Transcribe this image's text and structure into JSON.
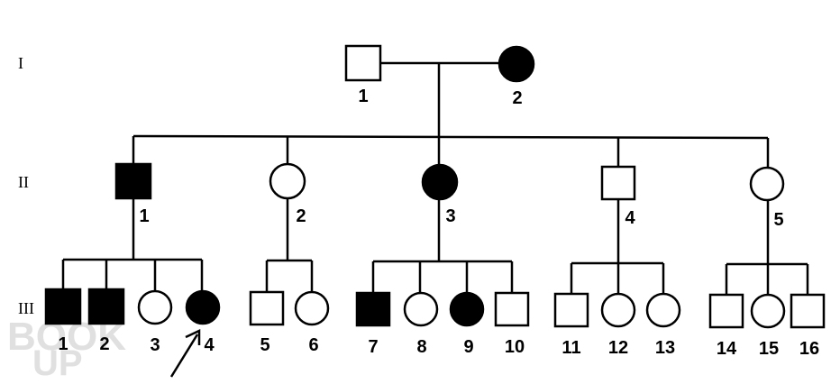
{
  "generations": [
    {
      "id": "I",
      "label": "I"
    },
    {
      "id": "II",
      "label": "II"
    },
    {
      "id": "III",
      "label": "III"
    }
  ],
  "individuals": [
    {
      "id": "I-1",
      "gen": "I",
      "label": "1",
      "sex": "male",
      "affected": false
    },
    {
      "id": "I-2",
      "gen": "I",
      "label": "2",
      "sex": "female",
      "affected": true
    },
    {
      "id": "II-1",
      "gen": "II",
      "label": "1",
      "sex": "male",
      "affected": true
    },
    {
      "id": "II-2",
      "gen": "II",
      "label": "2",
      "sex": "female",
      "affected": false
    },
    {
      "id": "II-3",
      "gen": "II",
      "label": "3",
      "sex": "female",
      "affected": true
    },
    {
      "id": "II-4",
      "gen": "II",
      "label": "4",
      "sex": "male",
      "affected": false
    },
    {
      "id": "II-5",
      "gen": "II",
      "label": "5",
      "sex": "female",
      "affected": false
    },
    {
      "id": "III-1",
      "gen": "III",
      "label": "1",
      "sex": "male",
      "affected": true
    },
    {
      "id": "III-2",
      "gen": "III",
      "label": "2",
      "sex": "male",
      "affected": true
    },
    {
      "id": "III-3",
      "gen": "III",
      "label": "3",
      "sex": "female",
      "affected": false
    },
    {
      "id": "III-4",
      "gen": "III",
      "label": "4",
      "sex": "female",
      "affected": true,
      "proband": true
    },
    {
      "id": "III-5",
      "gen": "III",
      "label": "5",
      "sex": "male",
      "affected": false
    },
    {
      "id": "III-6",
      "gen": "III",
      "label": "6",
      "sex": "female",
      "affected": false
    },
    {
      "id": "III-7",
      "gen": "III",
      "label": "7",
      "sex": "male",
      "affected": true
    },
    {
      "id": "III-8",
      "gen": "III",
      "label": "8",
      "sex": "female",
      "affected": false
    },
    {
      "id": "III-9",
      "gen": "III",
      "label": "9",
      "sex": "female",
      "affected": true
    },
    {
      "id": "III-10",
      "gen": "III",
      "label": "10",
      "sex": "male",
      "affected": false
    },
    {
      "id": "III-11",
      "gen": "III",
      "label": "11",
      "sex": "male",
      "affected": false
    },
    {
      "id": "III-12",
      "gen": "III",
      "label": "12",
      "sex": "female",
      "affected": false
    },
    {
      "id": "III-13",
      "gen": "III",
      "label": "13",
      "sex": "female",
      "affected": false
    },
    {
      "id": "III-14",
      "gen": "III",
      "label": "14",
      "sex": "male",
      "affected": false
    },
    {
      "id": "III-15",
      "gen": "III",
      "label": "15",
      "sex": "female",
      "affected": false
    },
    {
      "id": "III-16",
      "gen": "III",
      "label": "16",
      "sex": "male",
      "affected": false
    }
  ],
  "sibships": [
    {
      "parent": "I",
      "children": [
        "II-1",
        "II-2",
        "II-3",
        "II-4",
        "II-5"
      ]
    },
    {
      "parent": "II-1",
      "children": [
        "III-1",
        "III-2",
        "III-3",
        "III-4"
      ]
    },
    {
      "parent": "II-2",
      "children": [
        "III-5",
        "III-6"
      ]
    },
    {
      "parent": "II-3",
      "children": [
        "III-7",
        "III-8",
        "III-9",
        "III-10"
      ]
    },
    {
      "parent": "II-4",
      "children": [
        "III-11",
        "III-12",
        "III-13"
      ]
    },
    {
      "parent": "II-5",
      "children": [
        "III-14",
        "III-15",
        "III-16"
      ]
    }
  ],
  "watermark": {
    "line1": "BOOK",
    "line2": "UP"
  },
  "colors": {
    "ink": "#000000",
    "background": "#ffffff",
    "watermark": "#e0e0e0"
  }
}
